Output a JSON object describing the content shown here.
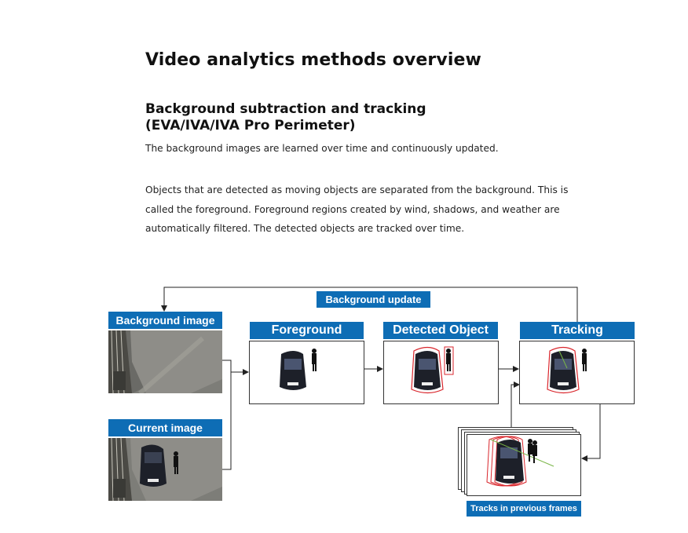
{
  "page": {
    "title": "Video analytics methods overview",
    "section_title_line1": "Background subtraction and tracking",
    "section_title_line2": "(EVA/IVA/IVA Pro Perimeter)",
    "para1": "The background images are learned over time and continuously updated.",
    "para2": "Objects that are detected as moving objects are separated from the background. This is called the foreground. Foreground regions created by wind, shadows, and weather are automatically filtered. The detected objects are tracked over time."
  },
  "diagram": {
    "background_update": "Background update",
    "background_image": "Background image",
    "current_image": "Current image",
    "foreground": "Foreground",
    "detected_object": "Detected Object",
    "tracking": "Tracking",
    "tracks_previous": "Tracks in previous frames"
  },
  "colors": {
    "label_bg": "#0e6db5",
    "outline": "#d9262c"
  }
}
